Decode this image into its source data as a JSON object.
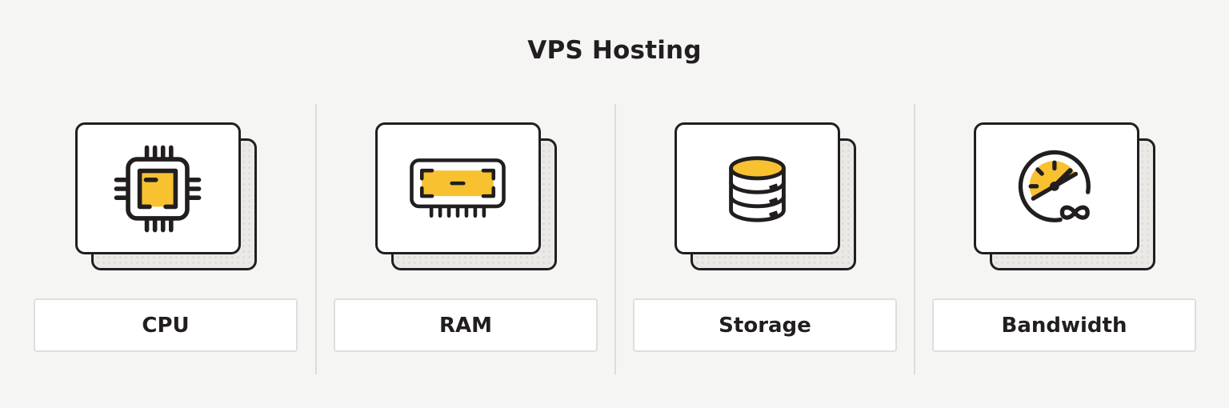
{
  "title": "VPS Hosting",
  "colors": {
    "background": "#F5F5F4",
    "ink": "#221E20",
    "accent_yellow": "#F8C130",
    "card_fill": "#FFFFFF",
    "shadow_card_fill": "#EBE9E6",
    "shadow_card_dot": "#D8D5D0",
    "divider": "#DDDCDA",
    "label_border": "#DFDEDC"
  },
  "features": [
    {
      "label": "CPU",
      "icon": "cpu-chip-icon"
    },
    {
      "label": "RAM",
      "icon": "ram-module-icon"
    },
    {
      "label": "Storage",
      "icon": "database-icon"
    },
    {
      "label": "Bandwidth",
      "icon": "speedometer-infinity-icon"
    }
  ]
}
